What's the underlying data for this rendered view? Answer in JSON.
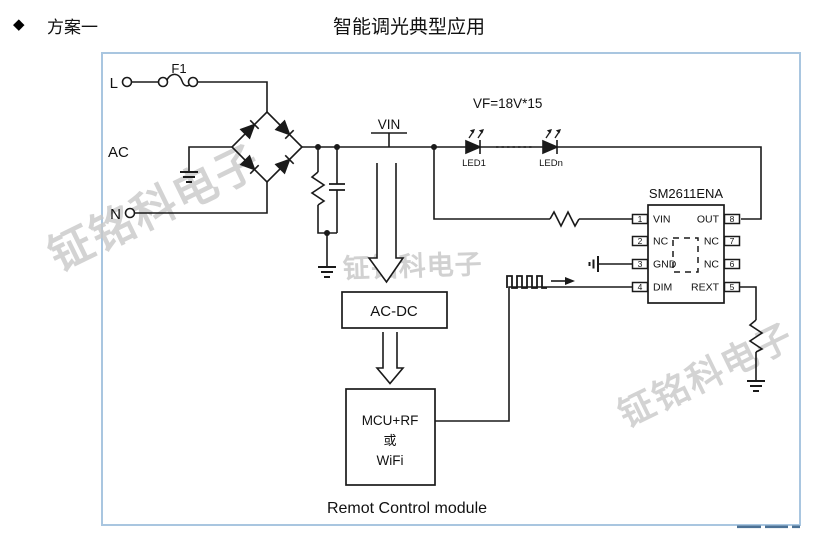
{
  "header": {
    "bullet": "◆",
    "scheme_label": "方案一",
    "title": "智能调光典型应用"
  },
  "diagram": {
    "ac_input": {
      "live": "L",
      "fuse": "F1",
      "ac": "AC",
      "neutral": "N"
    },
    "rail": {
      "vin": "VIN",
      "vf": "VF=18V*15",
      "led_first": "LED1",
      "led_last": "LEDn"
    },
    "chip": {
      "name": "SM2611ENA",
      "left_pins": [
        {
          "num": "1",
          "name": "VIN"
        },
        {
          "num": "2",
          "name": "NC"
        },
        {
          "num": "3",
          "name": "GND"
        },
        {
          "num": "4",
          "name": "DIM"
        }
      ],
      "right_pins": [
        {
          "num": "8",
          "name": "OUT"
        },
        {
          "num": "7",
          "name": "NC"
        },
        {
          "num": "6",
          "name": "NC"
        },
        {
          "num": "5",
          "name": "REXT"
        }
      ]
    },
    "blocks": {
      "acdc": "AC-DC",
      "mcu_line1": "MCU+RF",
      "mcu_line2": "或",
      "mcu_line3": "WiFi",
      "caption": "Remot Control module"
    }
  },
  "watermark": {
    "text": "钲铭科电子"
  },
  "colors": {
    "border": "#a9c6e0",
    "line": "#1a1a1a",
    "watermark": "#c9c9c9",
    "crop_mark": "#4c7296"
  }
}
